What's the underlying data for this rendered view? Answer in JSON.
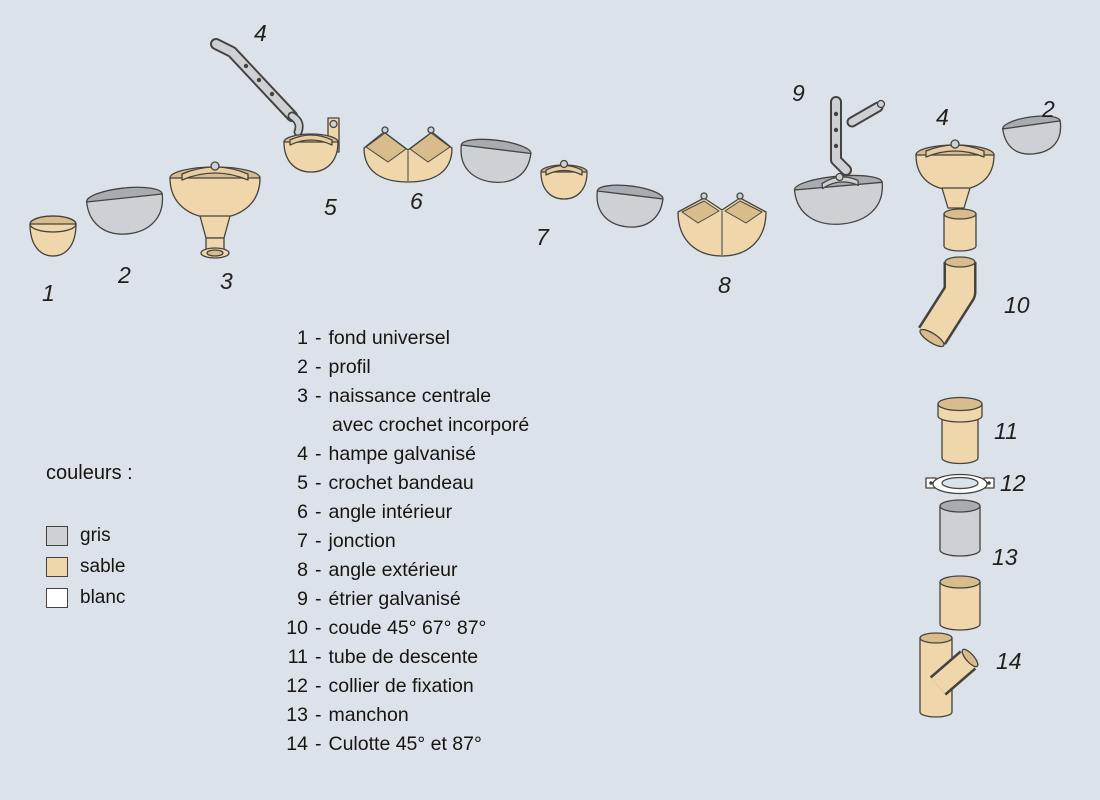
{
  "palette": {
    "background": "#dbe2ea",
    "outline": "#45433f",
    "sable": "#f0d7ab",
    "gris": "#cdd1d5",
    "blanc": "#ffffff"
  },
  "colors_legend": {
    "title": "couleurs :",
    "items": [
      {
        "label": "gris",
        "hex": "#cdd1d5"
      },
      {
        "label": "sable",
        "hex": "#f0d7ab"
      },
      {
        "label": "blanc",
        "hex": "#ffffff"
      }
    ]
  },
  "list_separator": "-",
  "parts": [
    {
      "num": "1",
      "label": "fond universel"
    },
    {
      "num": "2",
      "label": "profil"
    },
    {
      "num": "3",
      "label": "naissance centrale",
      "cont": "avec crochet incorporé"
    },
    {
      "num": "4",
      "label": "hampe galvanisé"
    },
    {
      "num": "5",
      "label": "crochet bandeau"
    },
    {
      "num": "6",
      "label": "angle intérieur"
    },
    {
      "num": "7",
      "label": "jonction"
    },
    {
      "num": "8",
      "label": "angle extérieur"
    },
    {
      "num": "9",
      "label": "étrier galvanisé"
    },
    {
      "num": "10",
      "label": "coude 45° 67° 87°"
    },
    {
      "num": "11",
      "label": "tube de descente"
    },
    {
      "num": "12",
      "label": "collier de fixation"
    },
    {
      "num": "13",
      "label": "manchon"
    },
    {
      "num": "14",
      "label": "Culotte 45° et 87°"
    }
  ],
  "callouts": {
    "fond": "1",
    "profil_left": "2",
    "naissance": "3",
    "hampe": "4",
    "crochet_bandeau": "5",
    "angle_interieur": "6",
    "jonction": "7",
    "angle_exterieur": "8",
    "etrier": "9",
    "crochet_right": "4",
    "profil_right": "2",
    "coude": "10",
    "tube_descente": "11",
    "collier": "12",
    "manchon": "13",
    "culotte": "14"
  }
}
